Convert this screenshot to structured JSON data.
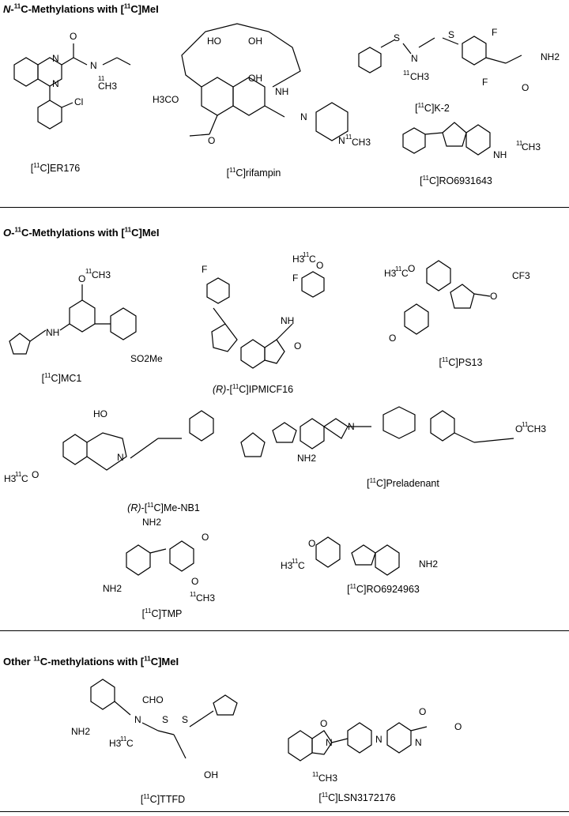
{
  "sections": [
    {
      "id": "n",
      "title_prefix": "N",
      "title_main": "C-Methylations with [",
      "title_sup": "11",
      "title_end": "C]MeI"
    },
    {
      "id": "o",
      "title_prefix": "O",
      "title_main": "C-Methylations with [",
      "title_sup": "11",
      "title_end": "C]MeI"
    },
    {
      "id": "other",
      "title_main": "Other ",
      "title_sup": "11",
      "title_mid": "C-methylations with [",
      "title_end": "C]MeI"
    }
  ],
  "compounds": [
    {
      "name": "[11C]ER176",
      "pre": "[",
      "sup": "11",
      "post": "C]ER176"
    },
    {
      "name": "[11C]rifampin",
      "pre": "[",
      "sup": "11",
      "post": "C]rifampin"
    },
    {
      "name": "[11C]K-2",
      "pre": "[",
      "sup": "11",
      "post": "C]K-2"
    },
    {
      "name": "[11C]RO6931643",
      "pre": "[",
      "sup": "11",
      "post": "C]RO6931643"
    },
    {
      "name": "[11C]MC1",
      "pre": "[",
      "sup": "11",
      "post": "C]MC1"
    },
    {
      "name": "(R)-[11C]IPMICF16",
      "ital": "(R)",
      "pre": "-[",
      "sup": "11",
      "post": "C]IPMICF16"
    },
    {
      "name": "[11C]PS13",
      "pre": "[",
      "sup": "11",
      "post": "C]PS13"
    },
    {
      "name": "(R)-[11C]Me-NB1",
      "ital": "(R)",
      "pre": "-[",
      "sup": "11",
      "post": "C]Me-NB1"
    },
    {
      "name": "[11C]Preladenant",
      "pre": "[",
      "sup": "11",
      "post": "C]Preladenant"
    },
    {
      "name": "[11C]TMP",
      "pre": "[",
      "sup": "11",
      "post": "C]TMP"
    },
    {
      "name": "[11C]RO6924963",
      "pre": "[",
      "sup": "11",
      "post": "C]RO6924963"
    },
    {
      "name": "[11C]TTFD",
      "pre": "[",
      "sup": "11",
      "post": "C]TTFD"
    },
    {
      "name": "[11C]LSN3172176",
      "pre": "[",
      "sup": "11",
      "post": "C]LSN3172176"
    }
  ],
  "atoms": {
    "n_label": "N",
    "o_label": "O",
    "s_label": "S",
    "f_label": "F",
    "cl_label": "Cl",
    "ch3_label": "CH3",
    "c11_sup": "11",
    "c_label": "C",
    "h3_label": "H3",
    "nh_label": "NH",
    "nh2_label": "NH2",
    "oh_label": "OH",
    "ho_label": "HO",
    "cho_label": "CHO",
    "so2me_label": "SO2Me",
    "cf3_label": "CF3",
    "h3co_label": "H3CO",
    "o_dbl": "O"
  }
}
